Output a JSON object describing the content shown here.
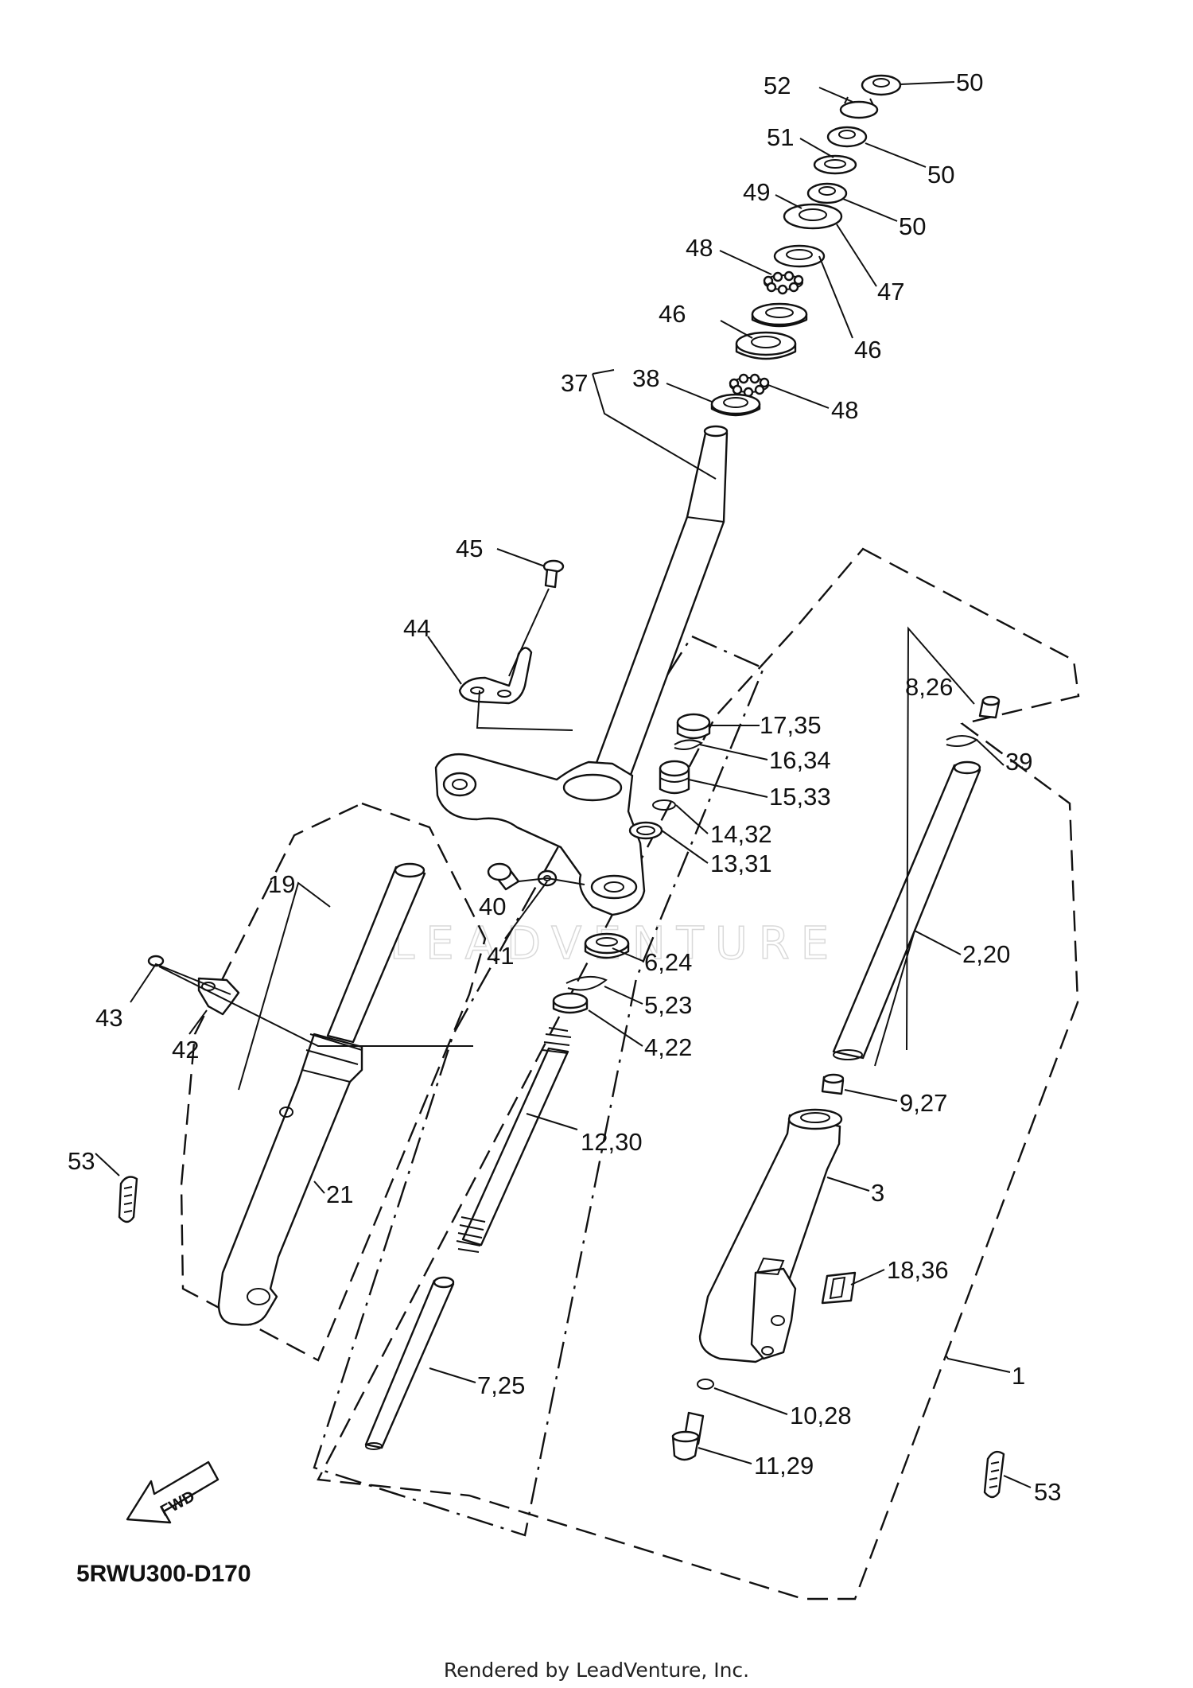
{
  "diagram": {
    "code": "5RWU300-D170",
    "footer": "Rendered by LeadVenture, Inc.",
    "watermark": "LEADVENTURE",
    "direction_arrow": "FWD",
    "callouts": [
      {
        "id": "c52a",
        "text": "52"
      },
      {
        "id": "c50a",
        "text": "50"
      },
      {
        "id": "c51",
        "text": "51"
      },
      {
        "id": "c50b",
        "text": "50"
      },
      {
        "id": "c49",
        "text": "49"
      },
      {
        "id": "c50c",
        "text": "50"
      },
      {
        "id": "c48a",
        "text": "48"
      },
      {
        "id": "c47",
        "text": "47"
      },
      {
        "id": "c46a",
        "text": "46"
      },
      {
        "id": "c46b",
        "text": "46"
      },
      {
        "id": "c37",
        "text": "37"
      },
      {
        "id": "c38",
        "text": "38"
      },
      {
        "id": "c48b",
        "text": "48"
      },
      {
        "id": "c45",
        "text": "45"
      },
      {
        "id": "c44",
        "text": "44"
      },
      {
        "id": "c8_26",
        "text": "8,26"
      },
      {
        "id": "c17_35",
        "text": "17,35"
      },
      {
        "id": "c16_34",
        "text": "16,34"
      },
      {
        "id": "c39",
        "text": "39"
      },
      {
        "id": "c15_33",
        "text": "15,33"
      },
      {
        "id": "c14_32",
        "text": "14,32"
      },
      {
        "id": "c13_31",
        "text": "13,31"
      },
      {
        "id": "c19",
        "text": "19"
      },
      {
        "id": "c40",
        "text": "40"
      },
      {
        "id": "c41",
        "text": "41"
      },
      {
        "id": "c6_24",
        "text": "6,24"
      },
      {
        "id": "c2_20",
        "text": "2,20"
      },
      {
        "id": "c5_23",
        "text": "5,23"
      },
      {
        "id": "c43",
        "text": "43"
      },
      {
        "id": "c42",
        "text": "42"
      },
      {
        "id": "c4_22",
        "text": "4,22"
      },
      {
        "id": "c9_27",
        "text": "9,27"
      },
      {
        "id": "c12_30",
        "text": "12,30"
      },
      {
        "id": "c53a",
        "text": "53"
      },
      {
        "id": "c21",
        "text": "21"
      },
      {
        "id": "c3",
        "text": "3"
      },
      {
        "id": "c18_36",
        "text": "18,36"
      },
      {
        "id": "c1",
        "text": "1"
      },
      {
        "id": "c7_25",
        "text": "7,25"
      },
      {
        "id": "c10_28",
        "text": "10,28"
      },
      {
        "id": "c11_29",
        "text": "11,29"
      },
      {
        "id": "c53b",
        "text": "53"
      }
    ]
  }
}
